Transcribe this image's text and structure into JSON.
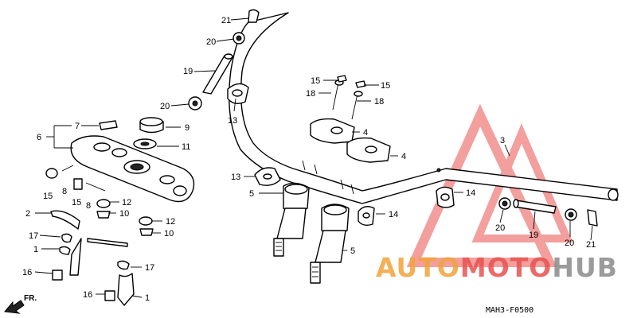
{
  "diagram": {
    "drawing_code": "MAH3-F0500",
    "direction_label": "FR.",
    "callouts": [
      {
        "id": "c1",
        "text": "21"
      },
      {
        "id": "c2",
        "text": "20"
      },
      {
        "id": "c3",
        "text": "19"
      },
      {
        "id": "c4",
        "text": "20"
      },
      {
        "id": "c5",
        "text": "13"
      },
      {
        "id": "c6",
        "text": "7"
      },
      {
        "id": "c7",
        "text": "9"
      },
      {
        "id": "c8",
        "text": "6"
      },
      {
        "id": "c9",
        "text": "11"
      },
      {
        "id": "c10",
        "text": "15"
      },
      {
        "id": "c11",
        "text": "15"
      },
      {
        "id": "c12",
        "text": "18"
      },
      {
        "id": "c13",
        "text": "18"
      },
      {
        "id": "c14",
        "text": "4"
      },
      {
        "id": "c15",
        "text": "4"
      },
      {
        "id": "c16",
        "text": "3"
      },
      {
        "id": "c17",
        "text": "13"
      },
      {
        "id": "c18",
        "text": "5"
      },
      {
        "id": "c19",
        "text": "14"
      },
      {
        "id": "c20",
        "text": "14"
      },
      {
        "id": "c21",
        "text": "5"
      },
      {
        "id": "c22",
        "text": "15"
      },
      {
        "id": "c23",
        "text": "8"
      },
      {
        "id": "c24",
        "text": "15"
      },
      {
        "id": "c25",
        "text": "8"
      },
      {
        "id": "c26",
        "text": "12"
      },
      {
        "id": "c27",
        "text": "10"
      },
      {
        "id": "c28",
        "text": "12"
      },
      {
        "id": "c29",
        "text": "10"
      },
      {
        "id": "c30",
        "text": "2"
      },
      {
        "id": "c31",
        "text": "17"
      },
      {
        "id": "c32",
        "text": "1"
      },
      {
        "id": "c33",
        "text": "16"
      },
      {
        "id": "c34",
        "text": "17"
      },
      {
        "id": "c35",
        "text": "16"
      },
      {
        "id": "c36",
        "text": "1"
      },
      {
        "id": "c37",
        "text": "20"
      },
      {
        "id": "c38",
        "text": "19"
      },
      {
        "id": "c39",
        "text": "20"
      },
      {
        "id": "c40",
        "text": "21"
      }
    ]
  },
  "watermark": {
    "part1": "AUTO",
    "part2": "MOTO",
    "part3": "HUB",
    "color_orange": "#f2a33a",
    "color_red": "#e8524f",
    "color_gray": "#8a8a8a"
  }
}
